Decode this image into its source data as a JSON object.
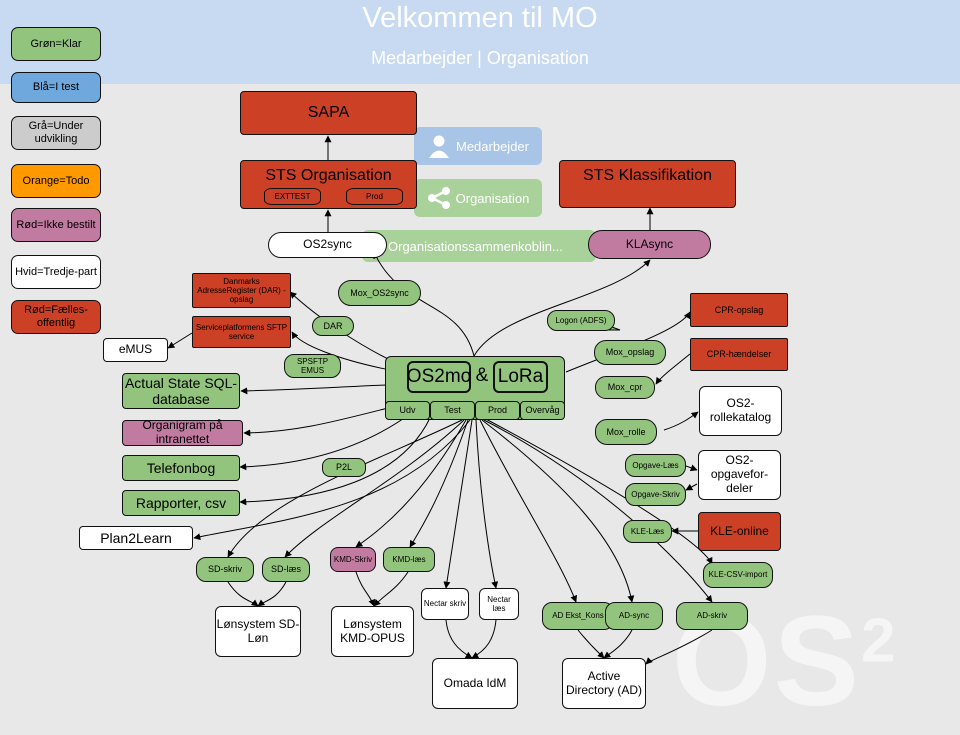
{
  "banner": {
    "title": "Velkommen til MO",
    "subtitle": "Medarbejder | Organisation"
  },
  "background_buttons": {
    "medarbejder": "Medarbejder",
    "organisation": "Organisation",
    "organisationssammenkobling": "Organisationssammenkoblin..."
  },
  "watermark": {
    "text": "OS",
    "superscript": "2"
  },
  "colors": {
    "green": "#93c47d",
    "blue": "#6fa8dc",
    "gray": "#cccccc",
    "orange": "#ff9900",
    "pink": "#c27ba0",
    "white": "#ffffff",
    "red": "#cc4125",
    "banner": "#c7daf1",
    "background": "#e8e8e8"
  },
  "legend": [
    {
      "label": "Grøn=Klar",
      "color": "green"
    },
    {
      "label": "Blå=I test",
      "color": "blue"
    },
    {
      "label": "Grå=Under udvikling",
      "color": "gray"
    },
    {
      "label": "Orange=Todo",
      "color": "orange"
    },
    {
      "label": "Rød=Ikke bestilt",
      "color": "pink"
    },
    {
      "label": "Hvid=Tredje-part",
      "color": "white"
    },
    {
      "label": "Rød=Fælles-offentlig",
      "color": "red"
    }
  ],
  "nodes": {
    "sapa": "SAPA",
    "sts_organisation": "STS Organisation",
    "exttest": "EXTTEST",
    "prod_db": "Prod",
    "sts_klassifikation": "STS Klassifikation",
    "os2sync": "OS2sync",
    "klasync": "KLAsync",
    "dar_register": "Danmarks AdresseRegister (DAR) - opslag",
    "mox_os2sync": "Mox_OS2sync",
    "logon": "Logon (ADFS)",
    "cpr_opslag": "CPR-opslag",
    "serviceplatformen": "Serviceplatformens SFTP service",
    "dar": "DAR",
    "emus": "eMUS",
    "sftp_emus": "SPSFTP EMUS",
    "mox_opslag": "Mox_opslag",
    "cpr_haendelser": "CPR-hændelser",
    "actual_state": "Actual State SQL-database",
    "os2mo": "OS2mo",
    "ampersand": "&",
    "lora": "LoRa",
    "udv": "Udv",
    "test": "Test",
    "prod": "Prod",
    "overvaag": "Overvåg",
    "mox_cpr": "Mox_cpr",
    "os2rollekatalog": "OS2-rollekatalog",
    "organigram": "Organigram på intranettet",
    "mox_rolle": "Mox_rolle",
    "telefonbog": "Telefonbog",
    "p2l": "P2L",
    "opgave_laes": "Opgave-Læs",
    "os2opgavefordeler": "OS2-opgavefor-deler",
    "opgave_skriv": "Opgave-Skriv",
    "rapporter": "Rapporter, csv",
    "plan2learn": "Plan2Learn",
    "kle_laes": "KLE-Læs",
    "kle_online": "KLE-online",
    "sd_skriv": "SD-skriv",
    "sd_laes": "SD-læs",
    "kmd_skriv": "KMD-Skriv",
    "kmd_laes": "KMD-læs",
    "kle_csv": "KLE-CSV-import",
    "nectar_skriv": "Nectar skriv",
    "nectar_laes": "Nectar læs",
    "ad_ekst": "AD Ekst_Kons",
    "ad_sync": "AD-sync",
    "ad_skriv": "AD-skriv",
    "sd_loen": "Lønsystem SD-Løn",
    "kmd_opus": "Lønsystem KMD-OPUS",
    "omada": "Omada IdM",
    "active_directory": "Active Directory (AD)"
  }
}
